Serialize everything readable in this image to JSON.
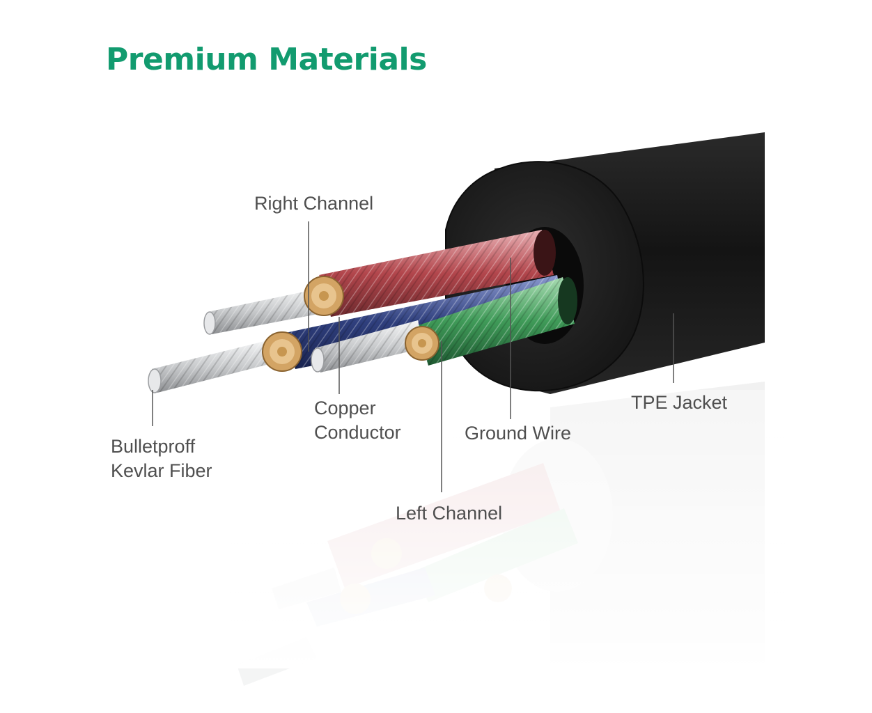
{
  "title": "Premium Materials",
  "labels": {
    "right_channel": "Right Channel",
    "copper_conductor": [
      "Copper",
      "Conductor"
    ],
    "bulletproof_kevlar_fiber": [
      "Bulletproff",
      "Kevlar Fiber"
    ],
    "ground_wire": "Ground Wire",
    "tpe_jacket": "TPE Jacket",
    "left_channel": "Left Channel"
  },
  "colors": {
    "title": "#129b6f",
    "label_text": "#4f4f4f",
    "jacket": "#1c1c1c",
    "right_channel_wire": "#b2464c",
    "left_channel_wire": "#3f9a58",
    "ground_wire": "#2f3f7d",
    "copper": "#d3a464",
    "kevlar_fiber": "#c9cbcd"
  }
}
